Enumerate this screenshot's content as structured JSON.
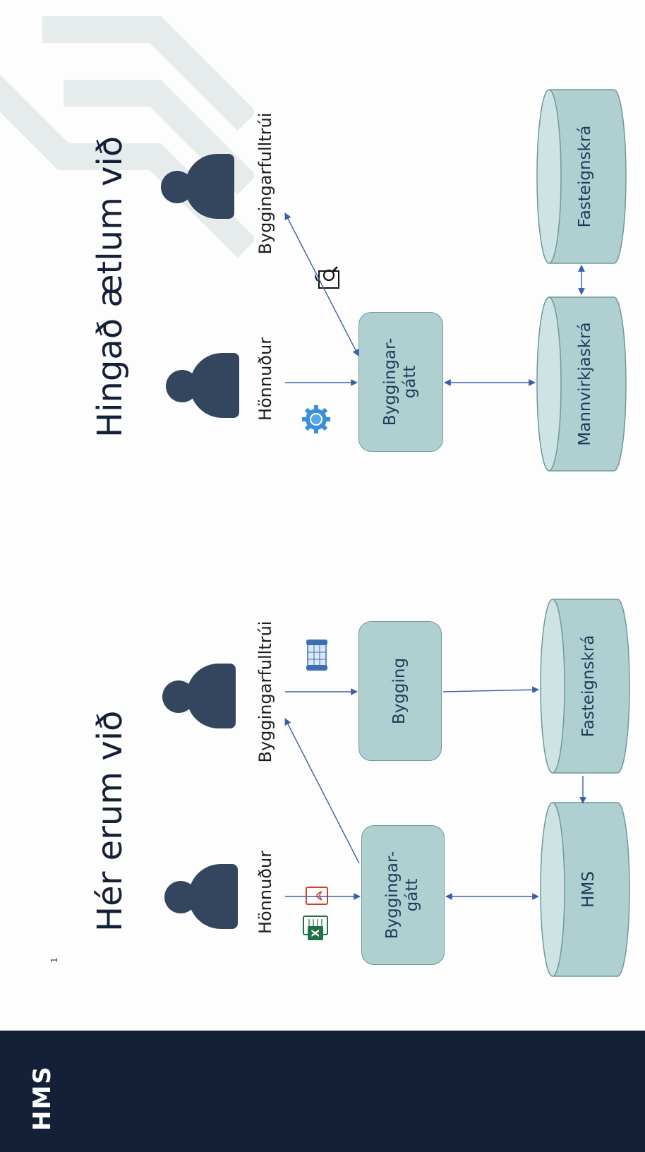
{
  "brand": {
    "logo_text": "HMS"
  },
  "slide_number": "1",
  "left_panel": {
    "title": "Hér erum við",
    "person_1_label": "Hönnuður",
    "person_2_label": "Byggingarfulltrúi",
    "box_gatt": "Byggingar-\ngátt",
    "box_bygging": "Bygging",
    "db_hms": "HMS",
    "db_fasteignaskra": "Fasteignskrá"
  },
  "right_panel": {
    "title": "Hingað ætlum við",
    "person_1_label": "Hönnuður",
    "person_2_label": "Byggingarfulltrúi",
    "box_gatt": "Byggingar-\ngátt",
    "db_mannvirkjaskra": "Mannvirkjaskrá",
    "db_fasteignaskra": "Fasteignskrá"
  },
  "icons": {
    "excel": "excel-file-icon",
    "pdf": "pdf-file-icon",
    "blueprint": "blueprint-icon",
    "api": "api-gear-icon",
    "review": "review-document-icon"
  },
  "colors": {
    "navy_band": "#142038",
    "person": "#34455e",
    "box_fill": "#b0cfd1",
    "arrow": "#3a5ea8",
    "text_dark": "#1d3c5a"
  }
}
